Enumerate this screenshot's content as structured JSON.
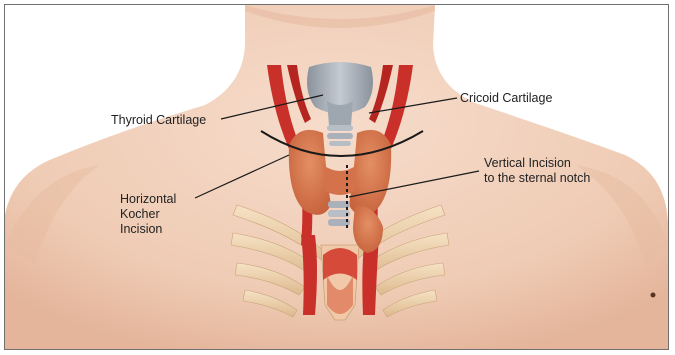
{
  "labels": {
    "thyroid_cartilage": "Thyroid Cartilage",
    "cricoid_cartilage": "Cricoid Cartilage",
    "horizontal_line1": "Horizontal",
    "horizontal_line2": "Kocher",
    "horizontal_line3": "Incision",
    "vertical_line1": "Vertical Incision",
    "vertical_line2": "to the sternal notch"
  },
  "colors": {
    "skin": "#f2d2bd",
    "skin_shadow": "#e1b39a",
    "artery": "#c9302a",
    "gland": "#d5764e",
    "cartilage": "#9ba3ad",
    "bone": "#f0d6b0"
  }
}
